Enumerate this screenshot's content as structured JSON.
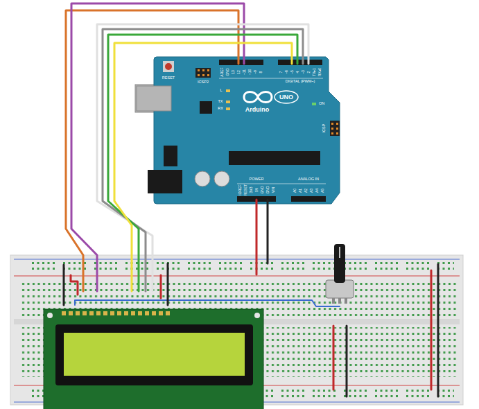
{
  "diagram": {
    "labels": [
      "RESET",
      "ICSP2",
      "L",
      "TX",
      "RX",
      "Arduino",
      "UNO",
      "ON",
      "ICSP",
      "DIGITAL (PWM~)",
      "AREF",
      "GND",
      "13",
      "12",
      "~11",
      "~10",
      "~9",
      "8",
      "7",
      "~6",
      "~5",
      "4",
      "~3",
      "2",
      "TX▸1",
      "RX◂0",
      "IOREF",
      "RESET",
      "3V3",
      "5V",
      "GND",
      "GND",
      "VIN",
      "POWER",
      "ANALOG IN",
      "A0",
      "A1",
      "A2",
      "A3",
      "A4",
      "A5"
    ]
  }
}
